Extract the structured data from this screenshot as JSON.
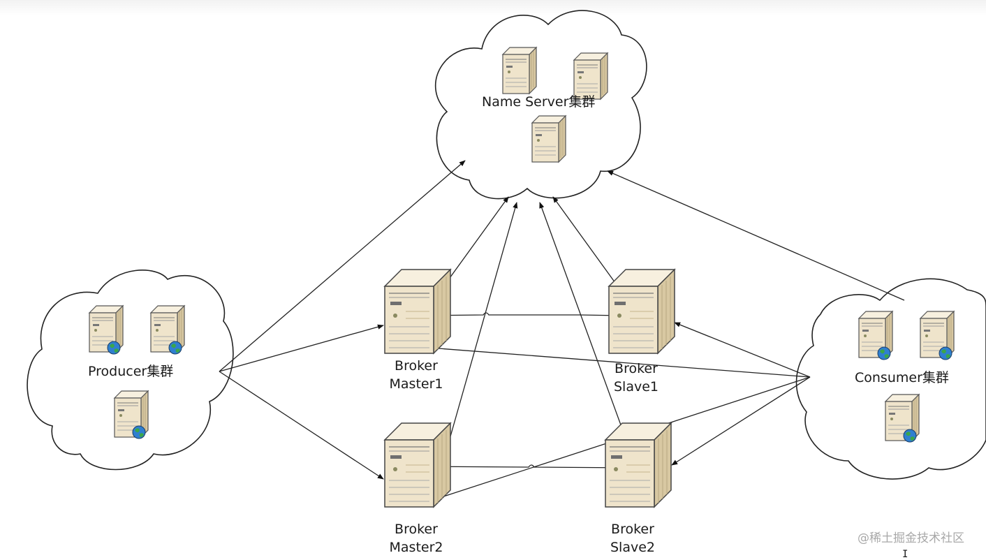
{
  "clusters": {
    "name_server": "Name Server集群",
    "producer": "Producer集群",
    "consumer": "Consumer集群"
  },
  "brokers": {
    "master1": [
      "Broker",
      "Master1"
    ],
    "slave1": [
      "Broker",
      "Slave1"
    ],
    "master2": [
      "Broker",
      "Master2"
    ],
    "slave2": [
      "Broker",
      "Slave2"
    ]
  },
  "watermark": "@稀土掘金技术社区",
  "colors": {
    "server_body": "#efe4cb",
    "server_side": "#d8c8a2",
    "server_top": "#f7f0df",
    "globe": "#2f7fd0",
    "line": "#222222"
  }
}
